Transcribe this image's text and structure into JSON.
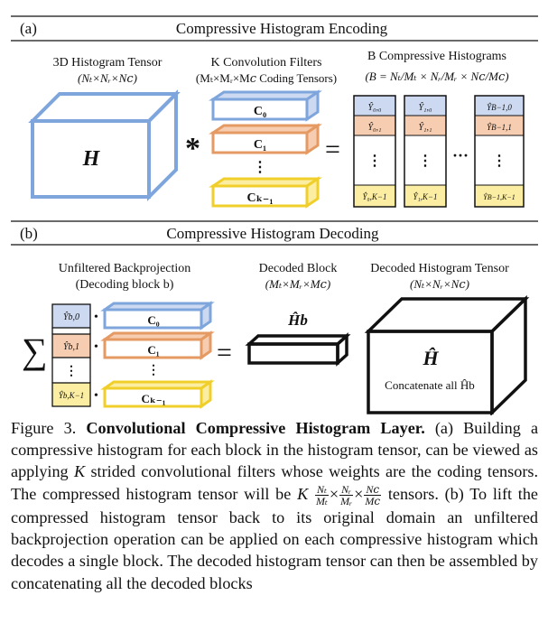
{
  "panel_a": {
    "letter": "(a)",
    "title": "Compressive Histogram Encoding",
    "tensor_label": "3D Histogram Tensor",
    "tensor_dims": "(Nₜ×Nᵣ×N𝑐)",
    "tensor_symbol": "H",
    "filters_label": "K Convolution Filters",
    "filters_dims": "(Mₜ×Mᵣ×M𝑐 Coding Tensors)",
    "filters": [
      "C₀",
      "C₁",
      "⋮",
      "Cₖ₋₁"
    ],
    "histograms_label": "B Compressive Histograms",
    "histograms_formula": "(B = Nₜ/Mₜ × Nᵣ/Mᵣ × N𝑐/M𝑐)",
    "col0": [
      "Ŷ₀,₀",
      "Ŷ₀,₁",
      "⋮",
      "Ŷ₀,K−1"
    ],
    "col1": [
      "Ŷ₁,₀",
      "Ŷ₁,₁",
      "⋮",
      "Ŷ₁,K−1"
    ],
    "colB": [
      "ŶB−1,0",
      "ŶB−1,1",
      "⋮",
      "ŶB−1,K−1"
    ],
    "ellipsis": "···",
    "op_conv": "*",
    "op_eq": "="
  },
  "panel_b": {
    "letter": "(b)",
    "title": "Compressive Histogram Decoding",
    "backproj_label": "Unfiltered Backprojection",
    "backproj_sub": "(Decoding block b)",
    "decoded_block_label": "Decoded Block",
    "decoded_block_dims": "(Mₜ×Mᵣ×M𝑐)",
    "decoded_tensor_label": "Decoded Histogram Tensor",
    "decoded_tensor_dims": "(Nₜ×Nᵣ×N𝑐)",
    "coeffs": [
      "Ŷb,0",
      "Ŷb,1",
      "⋮",
      "Ŷb,K−1"
    ],
    "filters": [
      "C₀",
      "C₁",
      "⋮",
      "Cₖ₋₁"
    ],
    "block_symbol": "Ĥb",
    "tensor_symbol": "Ĥ",
    "concat_text": "Concatenate all Ĥb",
    "sum": "∑",
    "dot": "•",
    "op_eq": "="
  },
  "caption": {
    "fig": "Figure 3.",
    "bold_title": "Convolutional Compressive Histogram Layer.",
    "part1": "(a) Building a compressive histogram for each block in the histogram tensor, can be viewed as applying",
    "K": "K",
    "part2": "strided convolutional filters whose weights are the coding tensors. The compressed histogram tensor will be",
    "part3": "tensors. (b) To lift the compressed histogram tensor back to its original domain an unfiltered backprojection operation can be applied on each compressive histogram which decodes a single block. The decoded histogram tensor can then be assembled by concatenating all the decoded blocks",
    "fracs": [
      [
        "Nₜ",
        "Mₜ"
      ],
      [
        "Nᵣ",
        "Mᵣ"
      ],
      [
        "N𝑐",
        "M𝑐"
      ]
    ],
    "times": "×"
  },
  "colors": {
    "blue": "#7ea6dc",
    "blue_fill": "#ccd9f0",
    "orange": "#e59a63",
    "orange_fill": "#f6cdb0",
    "yellow": "#f0cf2b",
    "yellow_fill": "#fbeea3"
  }
}
